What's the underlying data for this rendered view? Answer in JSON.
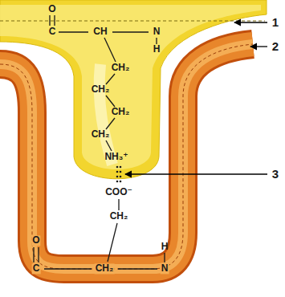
{
  "diagram": {
    "labels": [
      "O",
      "C",
      "CH",
      "N",
      "H",
      "CH₂",
      "CH₂",
      "CH₂",
      "CH₂",
      "NH₃⁺",
      "COO⁻",
      "CH₂",
      "O",
      "C",
      "CH₂",
      "N",
      "H",
      "1",
      "2",
      "3"
    ]
  }
}
